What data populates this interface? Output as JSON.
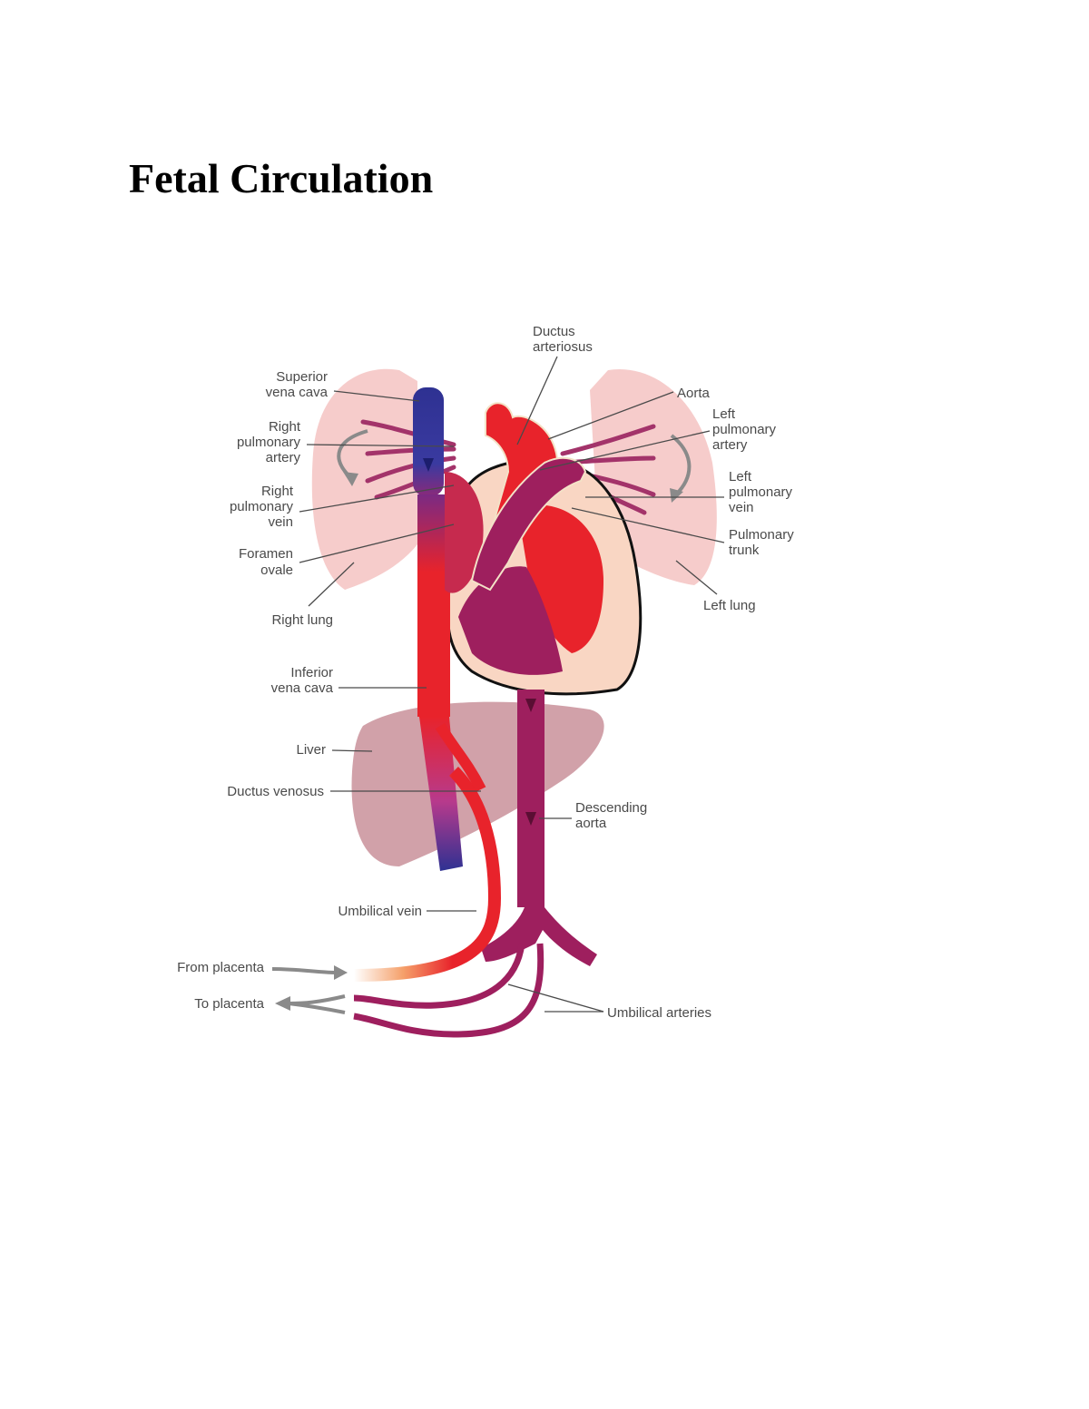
{
  "page": {
    "title": "Fetal Circulation"
  },
  "colors": {
    "oxygenated": "#e8232b",
    "deoxygenated": "#2e3192",
    "mixed": "#9e1f5e",
    "lung": "#f6c9c8",
    "liver": "#c58a93",
    "heart_wall": "#f9d6c3"
  },
  "labels": {
    "ductus_arteriosus": [
      "Ductus",
      "arteriosus"
    ],
    "superior_vena_cava": [
      "Superior",
      "vena cava"
    ],
    "aorta": [
      "Aorta"
    ],
    "left_pulmonary_artery": [
      "Left",
      "pulmonary",
      "artery"
    ],
    "right_pulmonary_artery": [
      "Right",
      "pulmonary",
      "artery"
    ],
    "left_pulmonary_vein": [
      "Left",
      "pulmonary",
      "vein"
    ],
    "right_pulmonary_vein": [
      "Right",
      "pulmonary",
      "vein"
    ],
    "pulmonary_trunk": [
      "Pulmonary",
      "trunk"
    ],
    "foramen_ovale": [
      "Foramen",
      "ovale"
    ],
    "left_lung": [
      "Left lung"
    ],
    "right_lung": [
      "Right lung"
    ],
    "inferior_vena_cava": [
      "Inferior",
      "vena cava"
    ],
    "liver": [
      "Liver"
    ],
    "ductus_venosus": [
      "Ductus venosus"
    ],
    "descending_aorta": [
      "Descending",
      "aorta"
    ],
    "umbilical_vein": [
      "Umbilical vein"
    ],
    "from_placenta": [
      "From placenta"
    ],
    "to_placenta": [
      "To placenta"
    ],
    "umbilical_arteries": [
      "Umbilical arteries"
    ]
  }
}
